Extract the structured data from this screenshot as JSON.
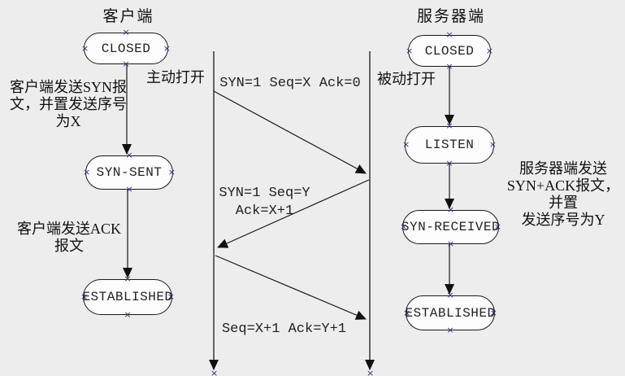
{
  "client": {
    "title": "客户端",
    "open_label": "主动打开",
    "states": [
      "CLOSED",
      "SYN-SENT",
      "ESTABLISHED"
    ],
    "annotation_syn": "客户端发送SYN报\n文，并置发送序号\n为X",
    "annotation_ack": "客户端发送ACK\n报文"
  },
  "server": {
    "title": "服务器端",
    "open_label": "被动打开",
    "states": [
      "CLOSED",
      "LISTEN",
      "SYN-RECEIVED",
      "ESTABLISHED"
    ],
    "annotation_synack": "服务器端发送\nSYN+ACK报文，并置\n发送序号为Y"
  },
  "messages": {
    "syn": "SYN=1 Seq=X Ack=0",
    "synack": "SYN=1 Seq=Y\nAck=X+1",
    "ack": "Seq=X+1 Ack=Y+1"
  },
  "colors": {
    "background": "#ededed",
    "line": "#1a1a1a",
    "node_fill": "#fdfdfd",
    "connection_marker": "#333366"
  }
}
